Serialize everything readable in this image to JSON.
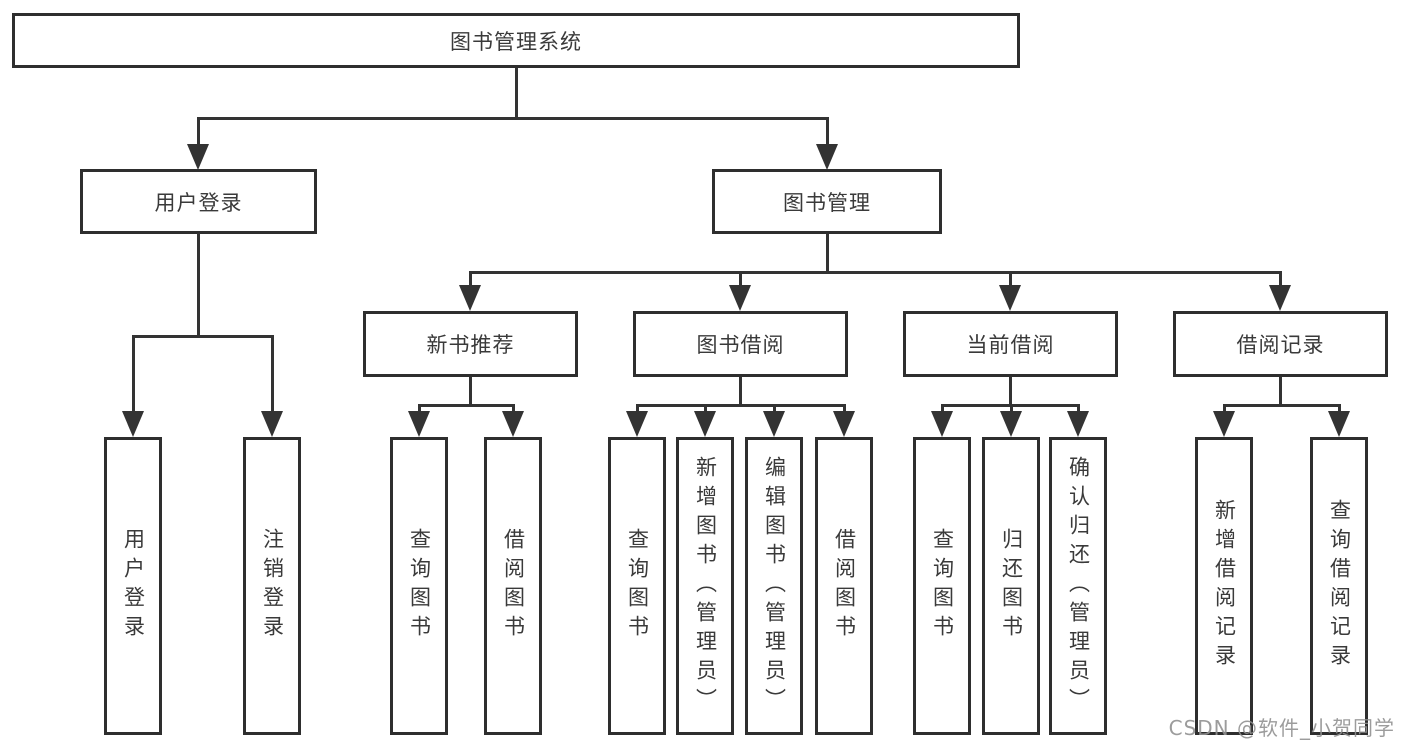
{
  "diagram_type": "hierarchy-flowchart",
  "tree": {
    "label": "图书管理系统",
    "children": [
      {
        "label": "用户登录",
        "children": [
          {
            "label": "用户登录"
          },
          {
            "label": "注销登录"
          }
        ]
      },
      {
        "label": "图书管理",
        "children": [
          {
            "label": "新书推荐",
            "children": [
              {
                "label": "查询图书"
              },
              {
                "label": "借阅图书"
              }
            ]
          },
          {
            "label": "图书借阅",
            "children": [
              {
                "label": "查询图书"
              },
              {
                "label": "新增图书（管理员）"
              },
              {
                "label": "编辑图书（管理员）"
              },
              {
                "label": "借阅图书"
              }
            ]
          },
          {
            "label": "当前借阅",
            "children": [
              {
                "label": "查询图书"
              },
              {
                "label": "归还图书"
              },
              {
                "label": "确认归还（管理员）"
              }
            ]
          },
          {
            "label": "借阅记录",
            "children": [
              {
                "label": "新增借阅记录"
              },
              {
                "label": "查询借阅记录"
              }
            ]
          }
        ]
      }
    ]
  },
  "watermark": "CSDN @软件_小贺同学",
  "colors": {
    "line": "#333333",
    "border": "#2e2e2e",
    "text": "#3a3a3a",
    "watermark": "#919191",
    "background": "#ffffff"
  }
}
